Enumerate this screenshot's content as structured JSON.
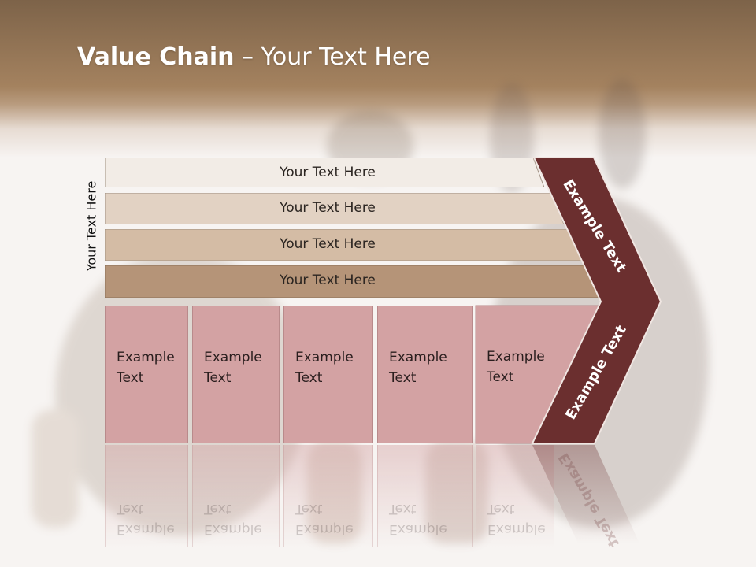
{
  "slide": {
    "title_bold": "Value Chain",
    "title_rest": " – Your Text Here",
    "side_label": "Your Text Here"
  },
  "support_bars": [
    {
      "label": "Your Text Here",
      "color": "#f2ece6"
    },
    {
      "label": "Your Text Here",
      "color": "#e2d2c3"
    },
    {
      "label": "Your Text Here",
      "color": "#d4bca5"
    },
    {
      "label": "Your Text Here",
      "color": "#b59478"
    }
  ],
  "primary_activities": [
    {
      "label": "Example Text"
    },
    {
      "label": "Example Text"
    },
    {
      "label": "Example Text"
    },
    {
      "label": "Example Text"
    },
    {
      "label": "Example Text"
    }
  ],
  "margin": {
    "upper_label": "Example Text",
    "lower_label": "Example Text",
    "color": "#6b2f2f"
  }
}
